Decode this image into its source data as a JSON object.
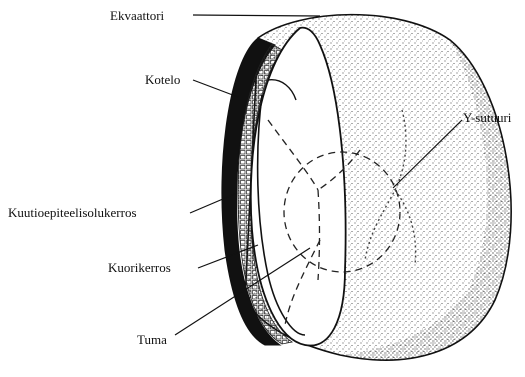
{
  "labels": {
    "ekvaattori": "Ekvaattori",
    "kotelo": "Kotelo",
    "kuutioepiteeli": "Kuutioepiteelisolukerros",
    "kuorikerros": "Kuorikerros",
    "tuma": "Tuma",
    "y_sutuuri": "Y-sutuuri"
  }
}
